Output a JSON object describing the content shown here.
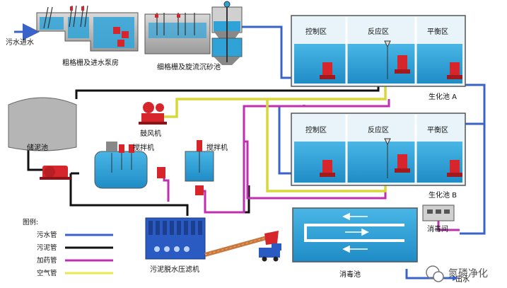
{
  "labels": {
    "inlet": "污水进水",
    "coarse_screen": "粗格栅及进水泵房",
    "fine_screen": "细格栅及旋流沉砂池",
    "bio_a": "生化池 A",
    "bio_b": "生化池 B",
    "zone_control": "控制区",
    "zone_reaction": "反应区",
    "zone_balance": "平衡区",
    "blower": "鼓风机",
    "sludge_tank": "储泥池",
    "mixer1": "搅拌机",
    "mixer2": "搅拌机",
    "filter_press": "污泥脱水压滤机",
    "disinfect_room": "消毒间",
    "disinfect_tank": "消毒池",
    "outlet": "出水"
  },
  "legend": {
    "title": "图例:",
    "items": [
      {
        "label": "污水管",
        "color": "#3a63c9"
      },
      {
        "label": "污泥管",
        "color": "#111111"
      },
      {
        "label": "加药管",
        "color": "#c02fb0"
      },
      {
        "label": "空气管",
        "color": "#e8e84a"
      }
    ]
  },
  "colors": {
    "water": "#2fa3d8",
    "tank_edge": "#555555",
    "pump": "#d6262b",
    "sewage_pipe": "#3a63c9",
    "sludge_pipe": "#111111",
    "dosing_pipe": "#c02fb0",
    "air_pipe": "#e8e84a"
  },
  "watermark": "氮磷净化",
  "watermark_icon": "wechat-icon"
}
